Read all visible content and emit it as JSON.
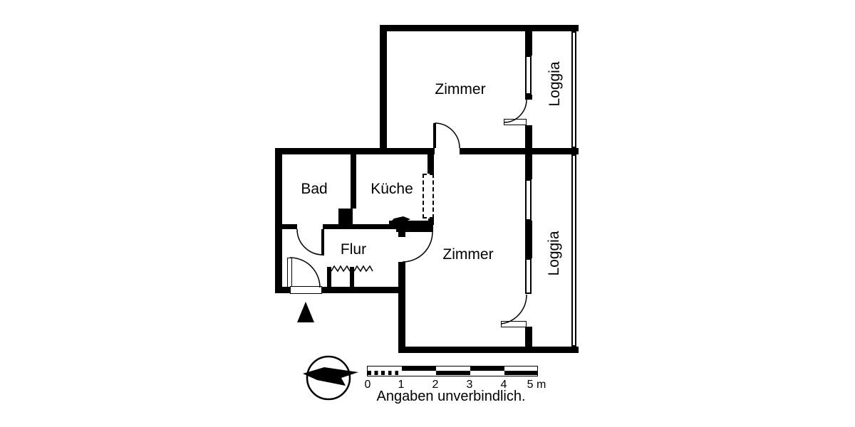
{
  "title": "floor-plan",
  "rooms": {
    "zimmer_top": "Zimmer",
    "zimmer_right": "Zimmer",
    "bad": "Bad",
    "kueche": "Küche",
    "flur": "Flur",
    "loggia_top": "Loggia",
    "loggia_right": "Loggia"
  },
  "scale_bar": {
    "labels": [
      "0",
      "1",
      "2",
      "3",
      "4",
      "5 m"
    ],
    "total_meters": 5
  },
  "disclaimer": "Angaben unverbindlich.",
  "icons": {
    "north_arrow": "north-arrow-triangle",
    "compass": "compass-needle-flash"
  },
  "colors": {
    "ink": "#000000",
    "paper": "#ffffff"
  }
}
